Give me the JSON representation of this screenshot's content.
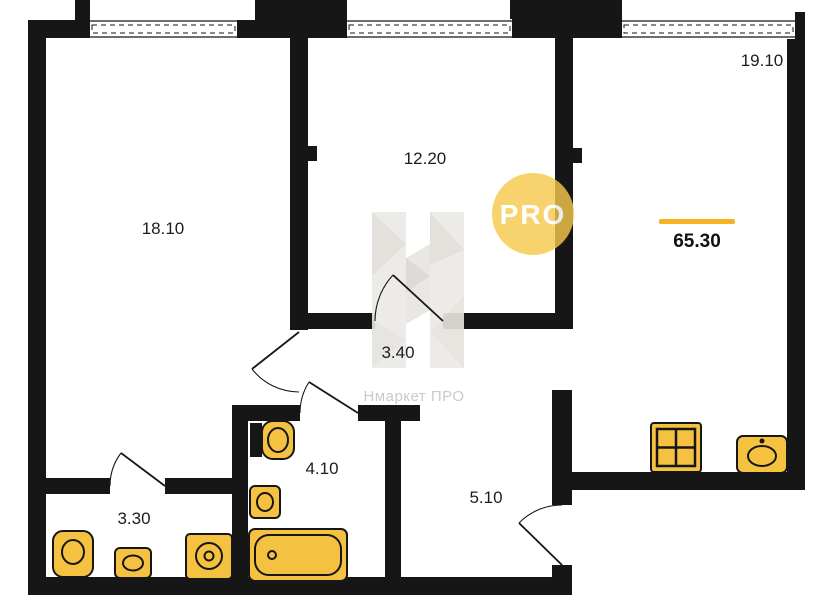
{
  "rooms": [
    {
      "area": "18.10"
    },
    {
      "area": "12.20"
    },
    {
      "area": "19.10"
    },
    {
      "area": "3.40"
    },
    {
      "area": "4.10"
    },
    {
      "area": "5.10"
    },
    {
      "area": "3.30"
    }
  ],
  "total_area": "65.30",
  "watermark": {
    "brand": "Нмаркет ПРО",
    "badge": "PRO"
  },
  "colors": {
    "wall": "#161616",
    "accent": "#F5B324",
    "fixture": "#F5C140",
    "badge_circle": "#F7C94B",
    "watermark_gray": "#eceae6"
  }
}
